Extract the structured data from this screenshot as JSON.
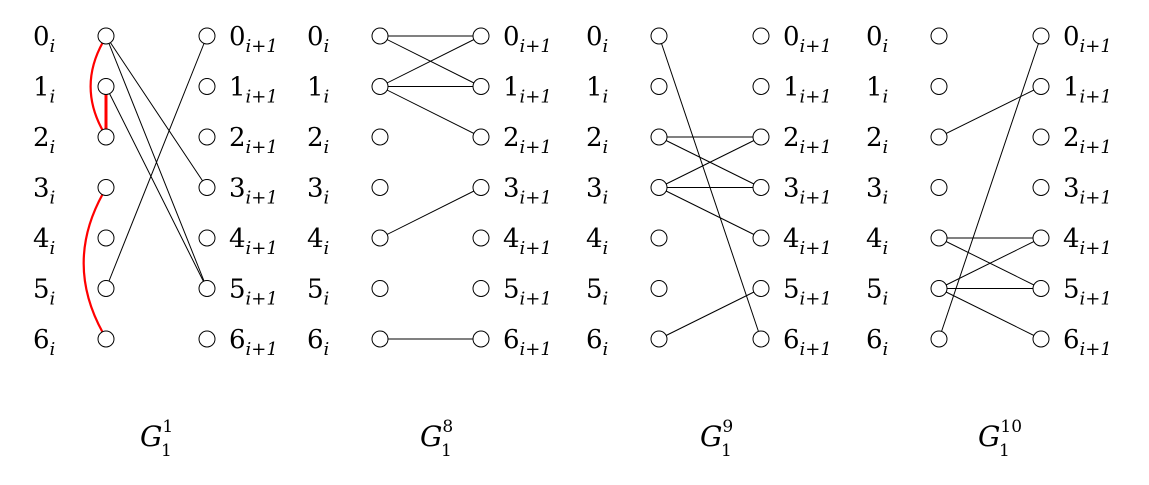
{
  "colors": {
    "edge": "#000000",
    "highlight": "#ff0000"
  },
  "graphs": [
    {
      "title": {
        "base": "G",
        "sub": "1",
        "sup": "1"
      },
      "left_labels": [
        {
          "main": "0",
          "sub": "i"
        },
        {
          "main": "1",
          "sub": "i"
        },
        {
          "main": "2",
          "sub": "i"
        },
        {
          "main": "3",
          "sub": "i"
        },
        {
          "main": "4",
          "sub": "i"
        },
        {
          "main": "5",
          "sub": "i"
        },
        {
          "main": "6",
          "sub": "i"
        }
      ],
      "right_labels": [
        {
          "main": "0",
          "sub": "i+1"
        },
        {
          "main": "1",
          "sub": "i+1"
        },
        {
          "main": "2",
          "sub": "i+1"
        },
        {
          "main": "3",
          "sub": "i+1"
        },
        {
          "main": "4",
          "sub": "i+1"
        },
        {
          "main": "5",
          "sub": "i+1"
        },
        {
          "main": "6",
          "sub": "i+1"
        }
      ],
      "edges": [
        [
          0,
          3
        ],
        [
          0,
          5
        ],
        [
          1,
          5
        ],
        [
          5,
          0
        ]
      ],
      "red_edges": [
        {
          "from": 0,
          "to": 2,
          "type": "curve"
        },
        {
          "from": 1,
          "to": 2,
          "type": "straight"
        },
        {
          "from": 3,
          "to": 6,
          "type": "curve"
        }
      ]
    },
    {
      "title": {
        "base": "G",
        "sub": "1",
        "sup": "8"
      },
      "left_labels": [
        {
          "main": "0",
          "sub": "i"
        },
        {
          "main": "1",
          "sub": "i"
        },
        {
          "main": "2",
          "sub": "i"
        },
        {
          "main": "3",
          "sub": "i"
        },
        {
          "main": "4",
          "sub": "i"
        },
        {
          "main": "5",
          "sub": "i"
        },
        {
          "main": "6",
          "sub": "i"
        }
      ],
      "right_labels": [
        {
          "main": "0",
          "sub": "i+1"
        },
        {
          "main": "1",
          "sub": "i+1"
        },
        {
          "main": "2",
          "sub": "i+1"
        },
        {
          "main": "3",
          "sub": "i+1"
        },
        {
          "main": "4",
          "sub": "i+1"
        },
        {
          "main": "5",
          "sub": "i+1"
        },
        {
          "main": "6",
          "sub": "i+1"
        }
      ],
      "edges": [
        [
          0,
          0
        ],
        [
          0,
          1
        ],
        [
          1,
          0
        ],
        [
          1,
          1
        ],
        [
          1,
          2
        ],
        [
          4,
          3
        ],
        [
          6,
          6
        ]
      ],
      "red_edges": []
    },
    {
      "title": {
        "base": "G",
        "sub": "1",
        "sup": "9"
      },
      "left_labels": [
        {
          "main": "0",
          "sub": "i"
        },
        {
          "main": "1",
          "sub": "i"
        },
        {
          "main": "2",
          "sub": "i"
        },
        {
          "main": "3",
          "sub": "i"
        },
        {
          "main": "4",
          "sub": "i"
        },
        {
          "main": "5",
          "sub": "i"
        },
        {
          "main": "6",
          "sub": "i"
        }
      ],
      "right_labels": [
        {
          "main": "0",
          "sub": "i+1"
        },
        {
          "main": "1",
          "sub": "i+1"
        },
        {
          "main": "2",
          "sub": "i+1"
        },
        {
          "main": "3",
          "sub": "i+1"
        },
        {
          "main": "4",
          "sub": "i+1"
        },
        {
          "main": "5",
          "sub": "i+1"
        },
        {
          "main": "6",
          "sub": "i+1"
        }
      ],
      "edges": [
        [
          0,
          6
        ],
        [
          2,
          2
        ],
        [
          2,
          3
        ],
        [
          3,
          2
        ],
        [
          3,
          3
        ],
        [
          3,
          4
        ],
        [
          6,
          5
        ]
      ],
      "red_edges": []
    },
    {
      "title": {
        "base": "G",
        "sub": "1",
        "sup": "10"
      },
      "left_labels": [
        {
          "main": "0",
          "sub": "i"
        },
        {
          "main": "1",
          "sub": "i"
        },
        {
          "main": "2",
          "sub": "i"
        },
        {
          "main": "3",
          "sub": "i"
        },
        {
          "main": "4",
          "sub": "i"
        },
        {
          "main": "5",
          "sub": "i"
        },
        {
          "main": "6",
          "sub": "i"
        }
      ],
      "right_labels": [
        {
          "main": "0",
          "sub": "i+1"
        },
        {
          "main": "1",
          "sub": "i+1"
        },
        {
          "main": "2",
          "sub": "i+1"
        },
        {
          "main": "3",
          "sub": "i+1"
        },
        {
          "main": "4",
          "sub": "i+1"
        },
        {
          "main": "5",
          "sub": "i+1"
        },
        {
          "main": "6",
          "sub": "i+1"
        }
      ],
      "edges": [
        [
          2,
          1
        ],
        [
          4,
          4
        ],
        [
          4,
          5
        ],
        [
          5,
          4
        ],
        [
          5,
          5
        ],
        [
          5,
          6
        ],
        [
          6,
          0
        ]
      ],
      "red_edges": []
    }
  ]
}
